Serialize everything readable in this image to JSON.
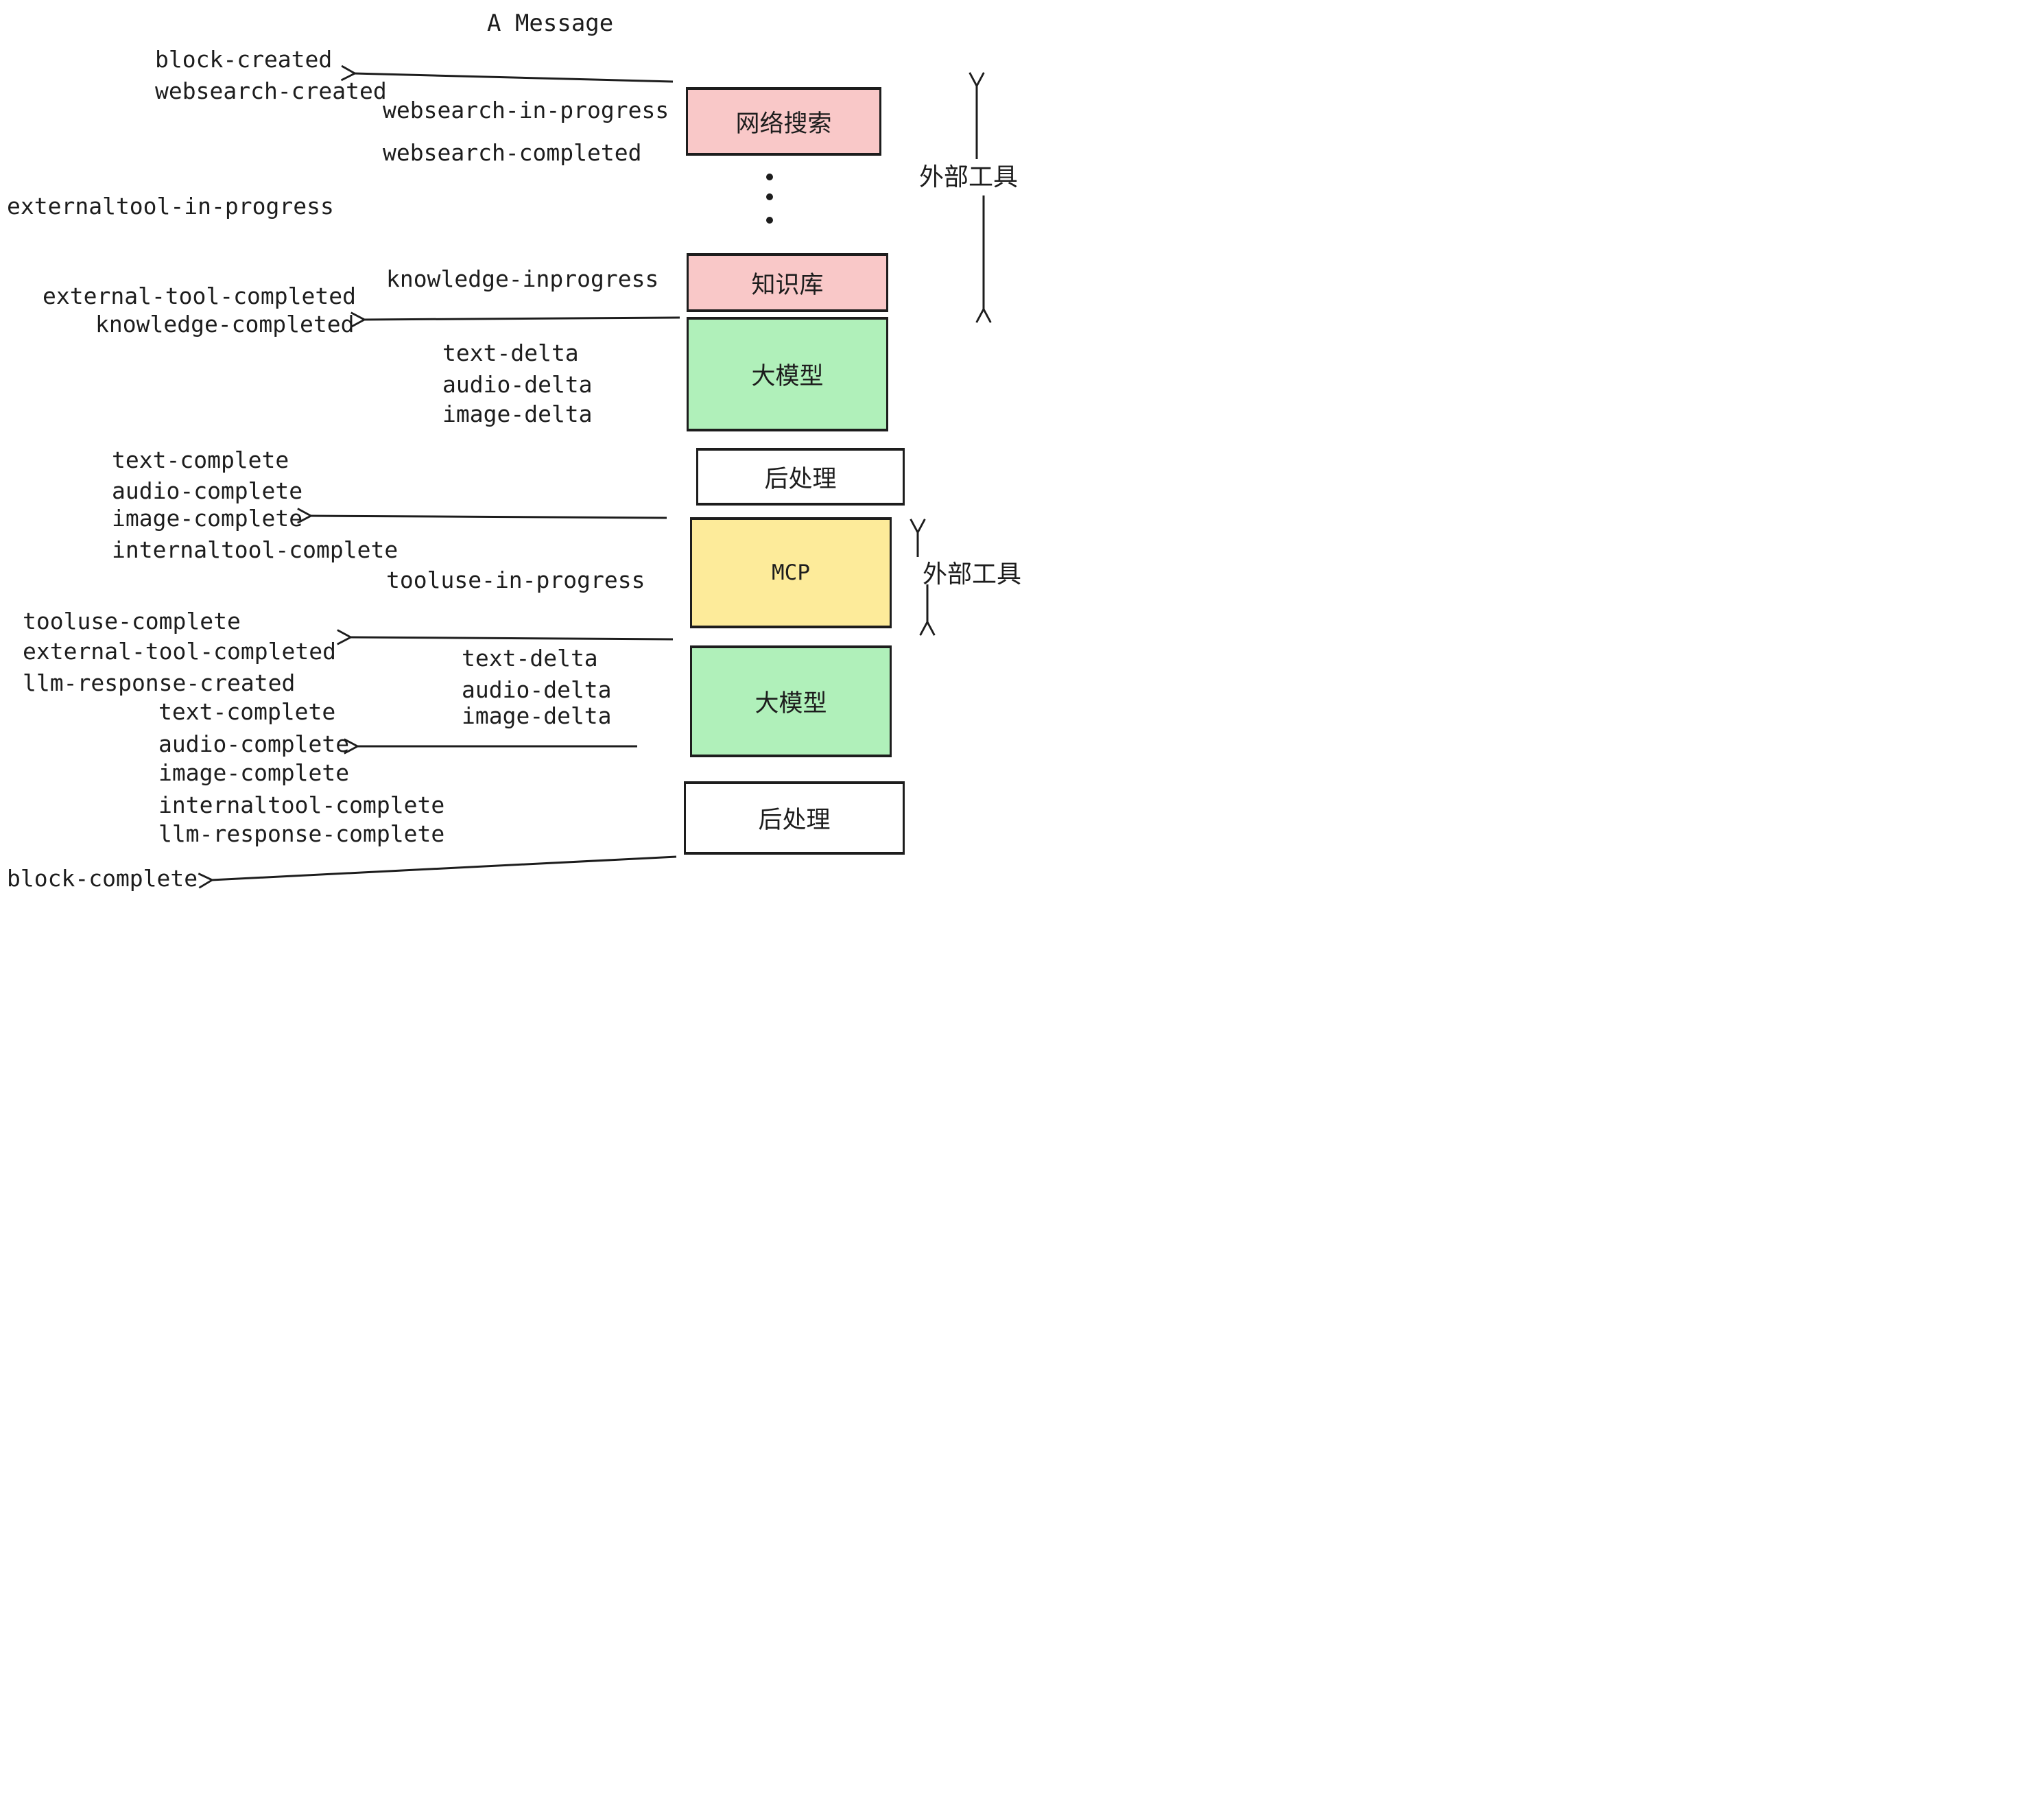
{
  "title": "A Message",
  "events": {
    "block_created": "block-created",
    "websearch_created": "websearch-created",
    "websearch_in_progress": "websearch-in-progress",
    "websearch_completed": "websearch-completed",
    "externaltool_in_progress": "externaltool-in-progress",
    "knowledge_inprogress": "knowledge-inprogress",
    "external_tool_completed_1": "external-tool-completed",
    "knowledge_completed": "knowledge-completed",
    "text_delta_1": "text-delta",
    "audio_delta_1": "audio-delta",
    "image_delta_1": "image-delta",
    "text_complete_1": "text-complete",
    "audio_complete_1": "audio-complete",
    "image_complete_1": "image-complete",
    "internaltool_complete_1": "internaltool-complete",
    "tooluse_in_progress": "tooluse-in-progress",
    "tooluse_complete": "tooluse-complete",
    "external_tool_completed_2": "external-tool-completed",
    "llm_response_created": "llm-response-created",
    "text_delta_2": "text-delta",
    "audio_delta_2": "audio-delta",
    "image_delta_2": "image-delta",
    "text_complete_2": "text-complete",
    "audio_complete_2": "audio-complete",
    "image_complete_2": "image-complete",
    "internaltool_complete_2": "internaltool-complete",
    "llm_response_complete": "llm-response-complete",
    "block_complete": "block-complete"
  },
  "boxes": [
    {
      "name": "web-search",
      "label": "网络搜索",
      "color": "#f9c8c8"
    },
    {
      "name": "knowledge-base",
      "label": "知识库",
      "color": "#f9c8c8"
    },
    {
      "name": "llm-1",
      "label": "大模型",
      "color": "#b0f0ba"
    },
    {
      "name": "post-process-1",
      "label": "后处理",
      "color": "#ffffff"
    },
    {
      "name": "mcp",
      "label": "MCP",
      "color": "#fdeb9a"
    },
    {
      "name": "llm-2",
      "label": "大模型",
      "color": "#b0f0ba"
    },
    {
      "name": "post-process-2",
      "label": "后处理",
      "color": "#ffffff"
    }
  ],
  "side_labels": {
    "external_tools_1": "外部工具",
    "external_tools_2": "外部工具"
  },
  "colors": {
    "pink": "#f9c8c8",
    "green": "#b0f0ba",
    "yellow": "#fdeb9a",
    "white": "#ffffff",
    "ink": "#1d1d1d"
  }
}
